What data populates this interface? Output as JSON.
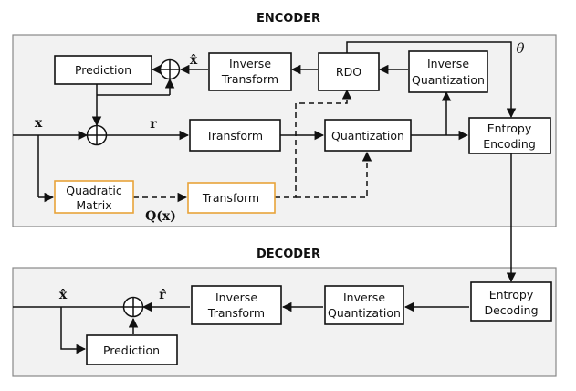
{
  "colors": {
    "panel_fill": "#f2f2f2",
    "highlight_border": "#e8a33a",
    "stroke": "#111111"
  },
  "encoder": {
    "title": "ENCODER",
    "blocks": {
      "prediction": [
        "Prediction"
      ],
      "inverse_transform": [
        "Inverse",
        "Transform"
      ],
      "rdo": [
        "RDO"
      ],
      "inverse_quantization": [
        "Inverse",
        "Quantization"
      ],
      "transform": [
        "Transform"
      ],
      "quantization": [
        "Quantization"
      ],
      "entropy_encoding": [
        "Entropy",
        "Encoding"
      ],
      "quadratic_matrix": [
        "Quadratic",
        "Matrix"
      ],
      "transform_q": [
        "Transform"
      ]
    },
    "signals": {
      "x": "x",
      "x_hat": "x̂",
      "r": "r",
      "q_of_x": "Q(x)",
      "theta": "θ"
    }
  },
  "decoder": {
    "title": "DECODER",
    "blocks": {
      "entropy_decoding": [
        "Entropy",
        "Decoding"
      ],
      "inverse_quantization": [
        "Inverse",
        "Quantization"
      ],
      "inverse_transform": [
        "Inverse",
        "Transform"
      ],
      "prediction": [
        "Prediction"
      ]
    },
    "signals": {
      "x_hat": "x̂",
      "r_hat": "r̂"
    }
  }
}
